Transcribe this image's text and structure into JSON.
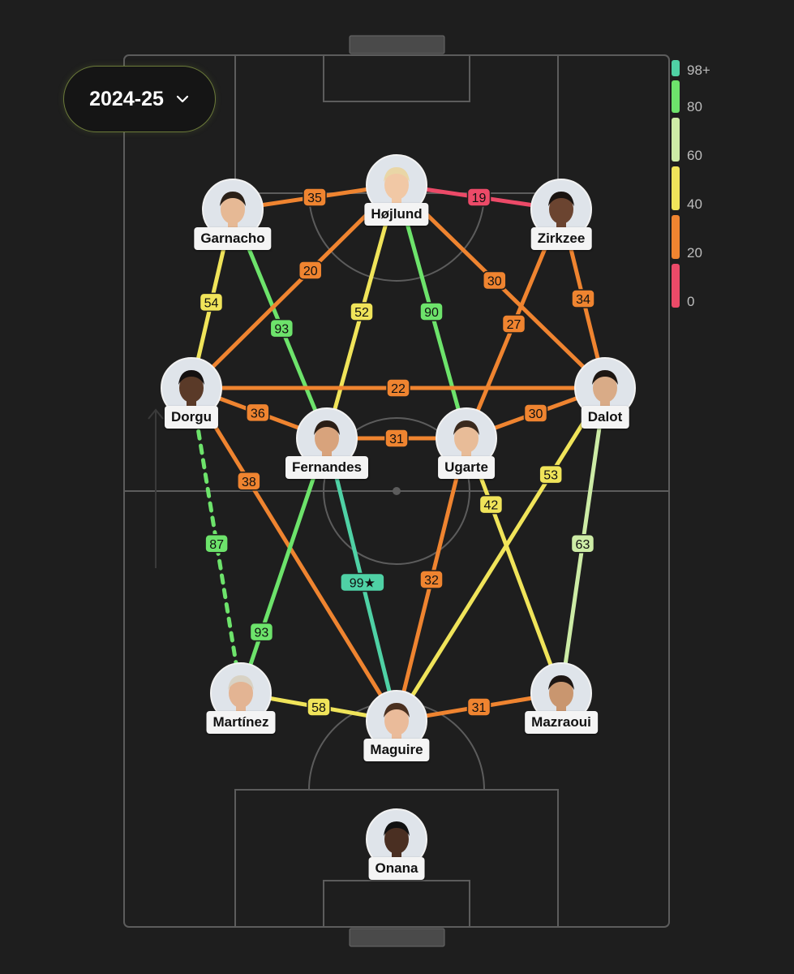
{
  "season_selector": {
    "value": "2024-25",
    "icon": "chevron-down-icon"
  },
  "legend": {
    "labels": [
      "98+",
      "80",
      "60",
      "40",
      "20",
      "0"
    ],
    "colors": [
      "#4fd1a5",
      "#6de36b",
      "#cdeca6",
      "#f0e45a",
      "#ef8430",
      "#ec4a68"
    ]
  },
  "players": [
    {
      "id": "hojlund",
      "name": "Højlund",
      "skin": "#f1c8a5",
      "hair": "#e9d6a6"
    },
    {
      "id": "garnacho",
      "name": "Garnacho",
      "skin": "#e6b995",
      "hair": "#2a2018"
    },
    {
      "id": "zirkzee",
      "name": "Zirkzee",
      "skin": "#6b4430",
      "hair": "#1a1411"
    },
    {
      "id": "dorgu",
      "name": "Dorgu",
      "skin": "#5a3a28",
      "hair": "#141010"
    },
    {
      "id": "dalot",
      "name": "Dalot",
      "skin": "#d9ab87",
      "hair": "#1d1612"
    },
    {
      "id": "fernandes",
      "name": "Fernandes",
      "skin": "#d8a37c",
      "hair": "#2a1e16"
    },
    {
      "id": "ugarte",
      "name": "Ugarte",
      "skin": "#e8bc98",
      "hair": "#3a2a1e"
    },
    {
      "id": "martinez",
      "name": "Martínez",
      "skin": "#e3b493",
      "hair": "#d8d2c4"
    },
    {
      "id": "maguire",
      "name": "Maguire",
      "skin": "#eabb9a",
      "hair": "#4a3020"
    },
    {
      "id": "mazraoui",
      "name": "Mazraoui",
      "skin": "#c9966f",
      "hair": "#1e1714"
    },
    {
      "id": "onana",
      "name": "Onana",
      "skin": "#4a2f22",
      "hair": "#111111"
    }
  ],
  "links": [
    {
      "from": "garnacho",
      "to": "hojlund",
      "value": "35",
      "color": "#ef8430",
      "style": "solid"
    },
    {
      "from": "hojlund",
      "to": "zirkzee",
      "value": "19",
      "color": "#ec4a68",
      "style": "solid"
    },
    {
      "from": "garnacho",
      "to": "dorgu",
      "value": "54",
      "color": "#f0e45a",
      "style": "solid"
    },
    {
      "from": "garnacho",
      "to": "fernandes",
      "value": "93",
      "color": "#6de36b",
      "style": "solid"
    },
    {
      "from": "hojlund",
      "to": "dorgu",
      "value": "20",
      "color": "#ef8430",
      "style": "solid"
    },
    {
      "from": "hojlund",
      "to": "fernandes",
      "value": "52",
      "color": "#f0e45a",
      "style": "solid"
    },
    {
      "from": "hojlund",
      "to": "ugarte",
      "value": "90",
      "color": "#6de36b",
      "style": "solid"
    },
    {
      "from": "hojlund",
      "to": "dalot",
      "value": "30",
      "color": "#ef8430",
      "style": "solid"
    },
    {
      "from": "zirkzee",
      "to": "ugarte",
      "value": "27",
      "color": "#ef8430",
      "style": "solid"
    },
    {
      "from": "zirkzee",
      "to": "dalot",
      "value": "34",
      "color": "#ef8430",
      "style": "solid"
    },
    {
      "from": "dorgu",
      "to": "dalot",
      "value": "22",
      "color": "#ef8430",
      "style": "solid"
    },
    {
      "from": "dorgu",
      "to": "fernandes",
      "value": "36",
      "color": "#ef8430",
      "style": "solid"
    },
    {
      "from": "fernandes",
      "to": "ugarte",
      "value": "31",
      "color": "#ef8430",
      "style": "solid"
    },
    {
      "from": "ugarte",
      "to": "dalot",
      "value": "30",
      "color": "#ef8430",
      "style": "solid"
    },
    {
      "from": "dorgu",
      "to": "maguire",
      "value": "38",
      "color": "#ef8430",
      "style": "solid"
    },
    {
      "from": "dorgu",
      "to": "martinez",
      "value": "87",
      "color": "#6de36b",
      "style": "dashed"
    },
    {
      "from": "fernandes",
      "to": "martinez",
      "value": "93",
      "color": "#6de36b",
      "style": "solid"
    },
    {
      "from": "fernandes",
      "to": "maguire",
      "value": "99★",
      "color": "#4fd1a5",
      "style": "solid"
    },
    {
      "from": "ugarte",
      "to": "maguire",
      "value": "32",
      "color": "#ef8430",
      "style": "solid"
    },
    {
      "from": "ugarte",
      "to": "mazraoui",
      "value": "42",
      "color": "#f0e45a",
      "style": "solid"
    },
    {
      "from": "dalot",
      "to": "maguire",
      "value": "53",
      "color": "#f0e45a",
      "style": "solid"
    },
    {
      "from": "dalot",
      "to": "mazraoui",
      "value": "63",
      "color": "#cdeca6",
      "style": "solid"
    },
    {
      "from": "martinez",
      "to": "maguire",
      "value": "58",
      "color": "#f0e45a",
      "style": "solid"
    },
    {
      "from": "maguire",
      "to": "mazraoui",
      "value": "31",
      "color": "#ef8430",
      "style": "solid"
    }
  ]
}
